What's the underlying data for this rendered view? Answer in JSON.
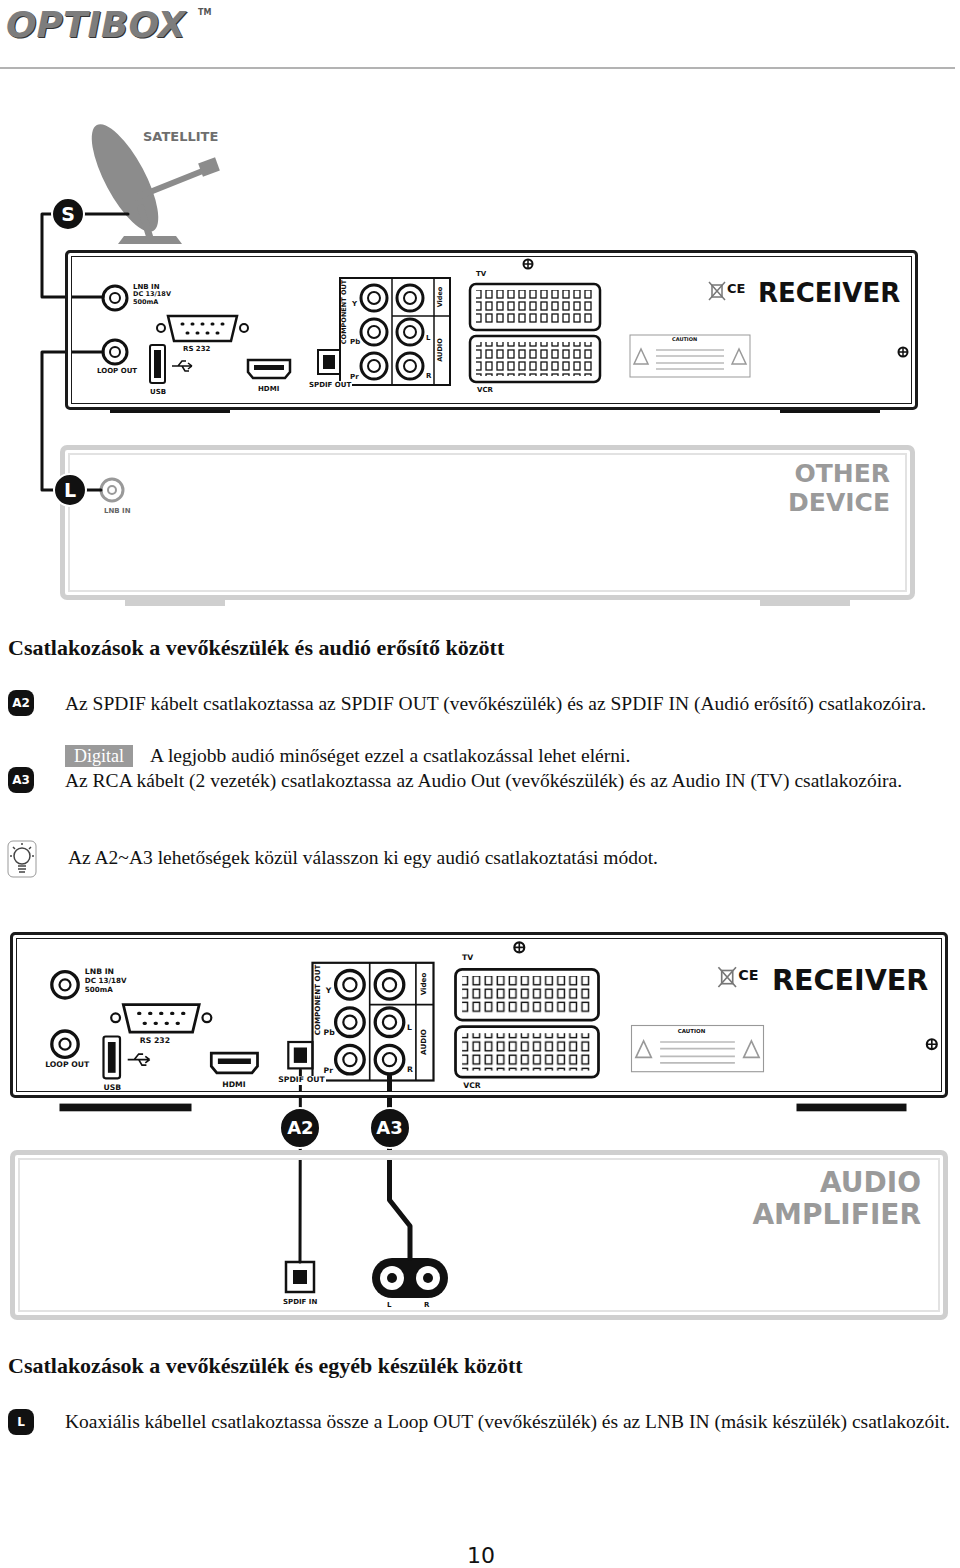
{
  "diagram": {
    "nodes": [
      {
        "text": [
          "SATELLITE"
        ]
      },
      {
        "text": [
          "RECEIVER"
        ]
      },
      {
        "text": [
          "OTHER DEVICE"
        ]
      },
      {
        "text": [
          "RECEIVER"
        ]
      },
      {
        "text": [
          "AUDIO AMPLIFIER"
        ]
      }
    ],
    "edges": [
      {
        "from": 0,
        "to": 1,
        "arrow": "none",
        "label": "S"
      },
      {
        "from": 1,
        "to": 2,
        "arrow": "none",
        "label": "L"
      },
      {
        "from": 3,
        "to": 4,
        "arrow": "none",
        "label": "A2"
      },
      {
        "from": 3,
        "to": 4,
        "arrow": "none",
        "label": "A3"
      }
    ],
    "labels": [
      "OPTIBOX",
      "TM",
      "LNB IN",
      "DC 13/18V",
      "500mA",
      "RS 232",
      "LOOP OUT",
      "USB",
      "HDMI",
      "SPDIF OUT",
      "COMPONENT OUT",
      "Y",
      "Pb",
      "Pr",
      "Video",
      "AUDIO",
      "L",
      "R",
      "TV",
      "VCR",
      "CE",
      "CAUTION",
      "LNB IN",
      "DC 13/18V",
      "500mA",
      "RS 232",
      "LOOP OUT",
      "USB",
      "HDMI",
      "SPDIF OUT",
      "COMPONENT OUT",
      "Y",
      "Pb",
      "Pr",
      "Video",
      "AUDIO",
      "L",
      "R",
      "TV",
      "VCR",
      "CE",
      "CAUTION",
      "LNB IN",
      "SPDIF IN",
      "L",
      "R",
      "Csatlakozások a vevőkészülék és audió erősítő között",
      "A2",
      "Az SPDIF kábelt csatlakoztassa az SPDIF OUT (vevőkészülék) és az SPDIF IN (Audió erősítő) csatlakozóira.",
      "Digital",
      "A legjobb audió minőséget ezzel a csatlakozással lehet elérni.",
      "A3",
      "Az RCA kábelt (2 vezeték) csatlakoztassa az Audio Out (vevőkészülék) és az Audio IN (TV) csatlakozóira.",
      "Az A2~A3 lehetőségek közül válasszon ki egy audió csatlakoztatási módot.",
      "Csatlakozások a vevőkészülék és egyéb készülék között",
      "L",
      "Koaxiális kábellel csatlakoztassa össze a Loop OUT (vevőkészülék) és az LNB IN (másik készülék) csatlakozóit.",
      "10"
    ]
  }
}
